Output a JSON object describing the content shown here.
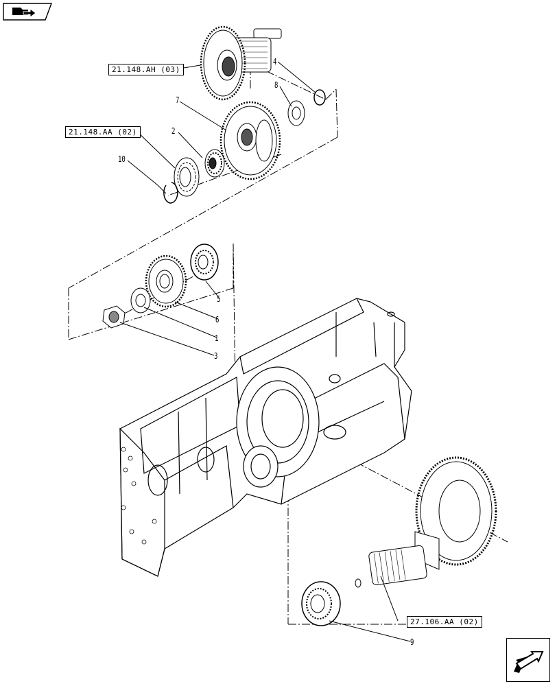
{
  "references": [
    {
      "id": "ref-21-148-ah-03",
      "label": "21.148.AH (03)"
    },
    {
      "id": "ref-21-148-aa-02",
      "label": "21.148.AA (02)"
    },
    {
      "id": "ref-27-106-aa-02",
      "label": "27.106.AA (02)"
    }
  ],
  "callouts": {
    "c1": "1",
    "c2": "2",
    "c3": "3",
    "c4": "4",
    "c5": "5",
    "c6": "6",
    "c7": "7",
    "c8": "8",
    "c9": "9",
    "c10": "10"
  },
  "icons": {
    "top_left": "folder-arrow-icon",
    "bottom_right": "next-page-arrow-icon"
  }
}
